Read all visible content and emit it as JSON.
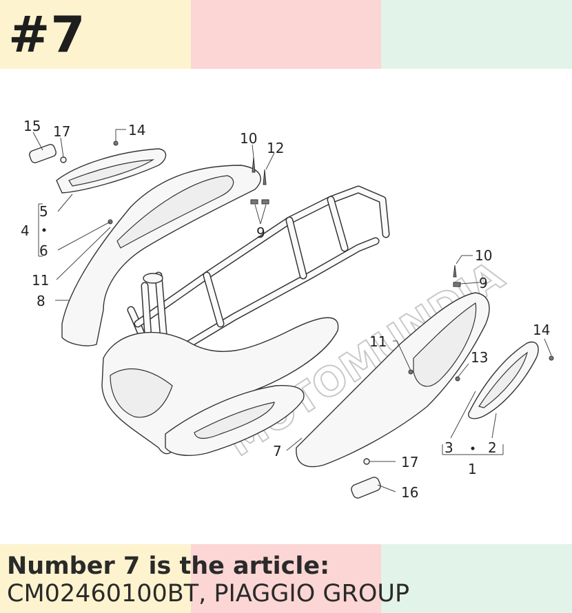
{
  "header": {
    "tag": "#7"
  },
  "footer": {
    "line1": "Number 7 is the article:",
    "line2": "CM02460100BT, PIAGGIO GROUP"
  },
  "diagram": {
    "watermark": "MOTOMUNDIA",
    "callouts": {
      "c15": "15",
      "c17a": "17",
      "c14a": "14",
      "c10a": "10",
      "c12": "12",
      "c5": "5",
      "c4": "4",
      "c6": "6",
      "c9a": "9",
      "c11a": "11",
      "c8": "8",
      "c10b": "10",
      "c9b": "9",
      "c11b": "11",
      "c14b": "14",
      "c13": "13",
      "c7": "7",
      "c3": "3",
      "c2": "2",
      "c1": "1",
      "c17b": "17",
      "c16": "16"
    }
  },
  "colors": {
    "band_yellow": "#fdf3cf",
    "band_pink": "#fbd6d4",
    "band_green": "#e2f3ea"
  }
}
